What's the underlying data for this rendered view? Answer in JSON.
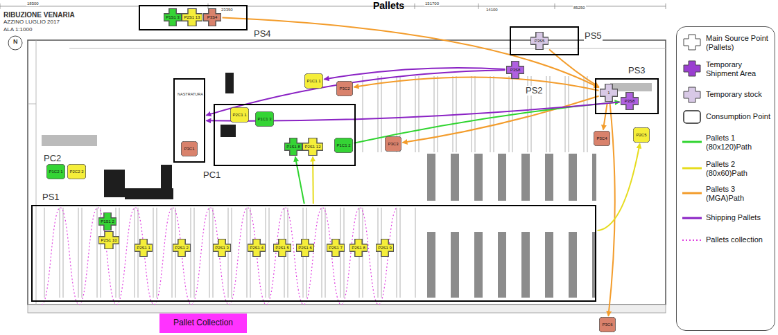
{
  "diagram": {
    "title": "Pallets",
    "nodes": [
      {
        "text": [
          "PS4"
        ]
      },
      {
        "text": [
          "P1S1 3"
        ],
        "in": 0
      },
      {
        "text": [
          "P2S1 13"
        ],
        "in": 0
      },
      {
        "text": [
          "P3S4"
        ],
        "in": 0
      },
      {
        "text": [
          "PS5"
        ]
      },
      {
        "text": [
          "P3S5"
        ],
        "in": 4
      },
      {
        "text": [
          "PS3"
        ]
      },
      {
        "text": [
          "1"
        ],
        "in": 6
      },
      {
        "text": [
          "P3S8"
        ],
        "in": 6
      },
      {
        "text": [
          "P3S8"
        ]
      },
      {
        "text": [
          "P3C2"
        ]
      },
      {
        "text": [
          "P1C1 1"
        ]
      },
      {
        "text": [
          "NASTRATURA"
        ]
      },
      {
        "text": [
          "P3C1"
        ],
        "in": 12
      },
      {
        "text": [
          "PC1"
        ]
      },
      {
        "text": [
          "P2C1 1"
        ],
        "in": 14
      },
      {
        "text": [
          "P1C1 3"
        ],
        "in": 14
      },
      {
        "text": [
          "P1S1 8"
        ],
        "in": 14
      },
      {
        "text": [
          "P2S1 12"
        ],
        "in": 14
      },
      {
        "text": [
          "P1C1 2"
        ],
        "in": 14
      },
      {
        "text": [
          "P3C3"
        ]
      },
      {
        "text": [
          "P3C4"
        ]
      },
      {
        "text": [
          "P2C5"
        ]
      },
      {
        "text": [
          "P1C2 1"
        ]
      },
      {
        "text": [
          "P2C2 2"
        ]
      },
      {
        "text": [
          "PS1"
        ]
      },
      {
        "text": [
          "P1S1 2"
        ],
        "in": 25
      },
      {
        "text": [
          "P2S1 10"
        ],
        "in": 25
      },
      {
        "text": [
          "P2S1 1"
        ],
        "in": 25
      },
      {
        "text": [
          "P2S1 2"
        ],
        "in": 25
      },
      {
        "text": [
          "P2S1 3"
        ],
        "in": 25
      },
      {
        "text": [
          "P2S1 4"
        ],
        "in": 25
      },
      {
        "text": [
          "P2S1 5"
        ],
        "in": 25
      },
      {
        "text": [
          "P2S1 6"
        ],
        "in": 25
      },
      {
        "text": [
          "P2S1 7"
        ],
        "in": 25
      },
      {
        "text": [
          "P2S1 8"
        ],
        "in": 25
      },
      {
        "text": [
          "P2S1 9"
        ],
        "in": 25
      },
      {
        "text": [
          "P3C6"
        ]
      },
      {
        "text": [
          "Pallet Collection"
        ]
      }
    ],
    "edges": [
      {
        "from": 3,
        "to": 7,
        "arrow": "to"
      },
      {
        "from": 5,
        "to": 7,
        "arrow": "to"
      },
      {
        "from": 7,
        "to": 10,
        "arrow": "to"
      },
      {
        "from": 7,
        "to": 20,
        "arrow": "to"
      },
      {
        "from": 7,
        "to": 21,
        "arrow": "to"
      },
      {
        "from": 7,
        "to": 37,
        "arrow": "to"
      },
      {
        "from": 25,
        "to": 17,
        "arrow": "to"
      },
      {
        "from": 25,
        "to": 18,
        "arrow": "to"
      },
      {
        "from": 19,
        "to": 8,
        "arrow": "to"
      },
      {
        "from": 25,
        "to": 22,
        "arrow": "to"
      },
      {
        "from": 9,
        "to": 12,
        "arrow": "to"
      },
      {
        "from": 9,
        "to": 11,
        "arrow": "to"
      },
      {
        "from": 8,
        "to": 12,
        "arrow": "to"
      }
    ],
    "labels": [
      "18500",
      "23350",
      "151700",
      "14100",
      "85250",
      "RIBUZIONE VENARIA",
      "AZZINO LUGLIO 2017",
      "ALA 1:1000",
      "N",
      "PS2",
      "PC2"
    ],
    "legend": [
      {
        "text": "Main Source Point (Pallets)"
      },
      {
        "text": "Temporary Shipment Area"
      },
      {
        "text": "Temporary stock"
      },
      {
        "text": "Consumption Point"
      },
      {
        "text": "Pallets 1 (80x120)Path"
      },
      {
        "text": "Pallets 2 (80x60)Path"
      },
      {
        "text": "Pallets 3 (MGA)Path"
      },
      {
        "text": "Shipping Pallets"
      },
      {
        "text": "Pallets collection"
      }
    ]
  }
}
